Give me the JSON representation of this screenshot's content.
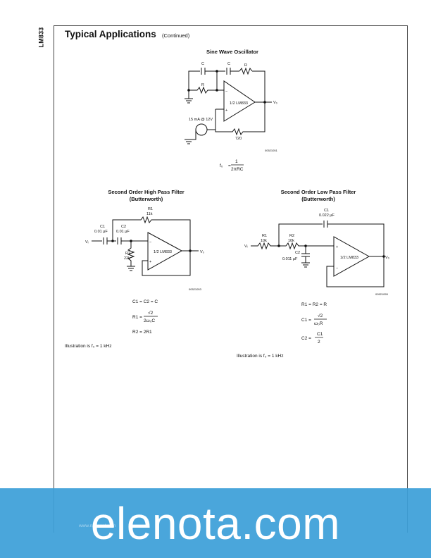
{
  "side_label": "LM833",
  "header": {
    "title": "Typical Applications",
    "subtitle": "(Continued)"
  },
  "circuits": {
    "oscillator": {
      "title": "Sine Wave Oscillator",
      "labels": {
        "c1": "C",
        "c2": "C",
        "r1": "R",
        "r2": "R",
        "minus": "−",
        "plus": "+",
        "opamp": "1/2 LM833",
        "out": "V₀",
        "lamp": "15 mA @ 12V",
        "r3": "720"
      },
      "code": "00521051",
      "formula": {
        "lhs": "f₀",
        "eq": "=",
        "num": "1",
        "den": "2πRC"
      }
    },
    "highpass": {
      "title_line1": "Second Order High Pass Filter",
      "title_line2": "(Butterworth)",
      "labels": {
        "r1_name": "R1",
        "r1_val": "11k",
        "c1_name": "C1",
        "c1_val": "0.01 μF",
        "c2_name": "C2",
        "c2_val": "0.01 μF",
        "r2_name": "R2",
        "r2_val": "22k",
        "vin": "Vᵢ",
        "opamp": "1/2 LM833",
        "vout": "V₀",
        "minus": "−",
        "plus": "+"
      },
      "code": "00521053",
      "formulas": {
        "f1": "C1 = C2 = C",
        "f2_lhs": "R1 =",
        "f2_num": "√2",
        "f2_den": "2ω₀C",
        "f3": "R2 = 2R1"
      },
      "note": "Illustration is f₀ = 1 kHz"
    },
    "lowpass": {
      "title_line1": "Second Order Low Pass Filter",
      "title_line2": "(Butterworth)",
      "labels": {
        "c1_name": "C1",
        "c1_val": "0.022 μF",
        "r1_name": "R1",
        "r1_val": "10k",
        "r2_name": "R2",
        "r2_val": "10k",
        "c2_name": "C2",
        "c2_val": "0.011 μF",
        "vin": "Vᵢ",
        "opamp": "1/2 LM833",
        "vout": "V₀",
        "minus": "−",
        "plus": "+"
      },
      "code": "00521055",
      "formulas": {
        "f1": "R1 = R2 = R",
        "f2_lhs": "C1 =",
        "f2_num": "√2",
        "f2_den": "ω₀R",
        "f3_lhs": "C2 =",
        "f3_num": "C1",
        "f3_den": "2"
      },
      "note": "Illustration is f₀ = 1 kHz"
    }
  },
  "watermark": "elenota.com",
  "footer": "www.national.com"
}
